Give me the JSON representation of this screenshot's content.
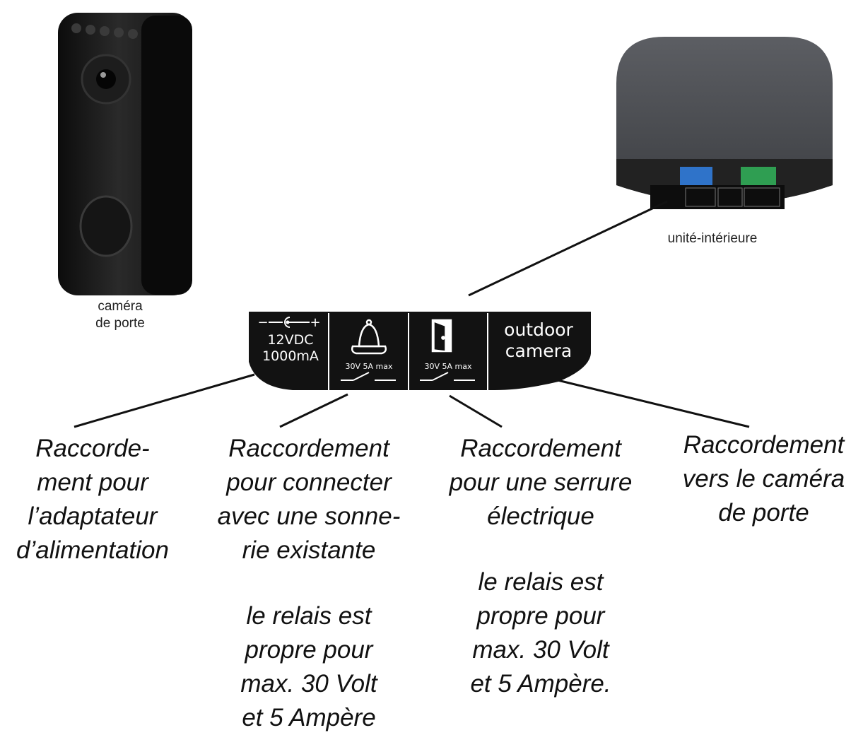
{
  "devices": {
    "door_camera_caption": [
      "caméra",
      "de porte"
    ],
    "indoor_unit_caption": "unité-intérieure"
  },
  "panel": {
    "power": {
      "line1": "12VDC",
      "line2": "1000mA",
      "minus": "−",
      "plus": "+"
    },
    "bell": {
      "rating": "30V 5A max"
    },
    "lock": {
      "rating": "30V 5A max"
    },
    "camera": {
      "line1": "outdoor",
      "line2": "camera"
    }
  },
  "callouts": [
    {
      "lines": [
        "Raccorde-",
        "ment pour",
        "l’adaptateur",
        "d’alimentation"
      ]
    },
    {
      "lines": [
        "Raccordement",
        "pour connecter",
        "avec une sonne-",
        "rie existante"
      ],
      "note": [
        "le relais est",
        "propre pour",
        "max. 30 Volt",
        "et 5 Ampère"
      ]
    },
    {
      "lines": [
        "Raccordement",
        "pour une serrure",
        "électrique"
      ],
      "note": [
        "le relais est",
        "propre pour",
        "max. 30 Volt",
        "et 5 Ampère."
      ]
    },
    {
      "lines": [
        "Raccordement",
        "vers le caméra",
        "de porte"
      ]
    }
  ],
  "colors": {
    "panel": "#121212",
    "device": "#1a1a1a",
    "blue_connector": "#2f73c9",
    "green_connector": "#2f9e52"
  }
}
